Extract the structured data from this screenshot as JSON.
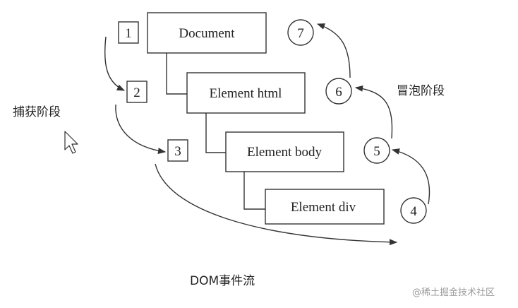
{
  "nodes": [
    {
      "label": "Document"
    },
    {
      "label": "Element html"
    },
    {
      "label": "Element body"
    },
    {
      "label": "Element div"
    }
  ],
  "capture_steps": [
    "1",
    "2",
    "3"
  ],
  "bubble_steps": [
    "4",
    "5",
    "6",
    "7"
  ],
  "capture_label": "捕获阶段",
  "bubble_label": "冒泡阶段",
  "caption": "DOM事件流",
  "watermark": "@稀土掘金技术社区",
  "colors": {
    "stroke": "#333333",
    "text": "#222222",
    "watermark": "#9a9a9a"
  }
}
